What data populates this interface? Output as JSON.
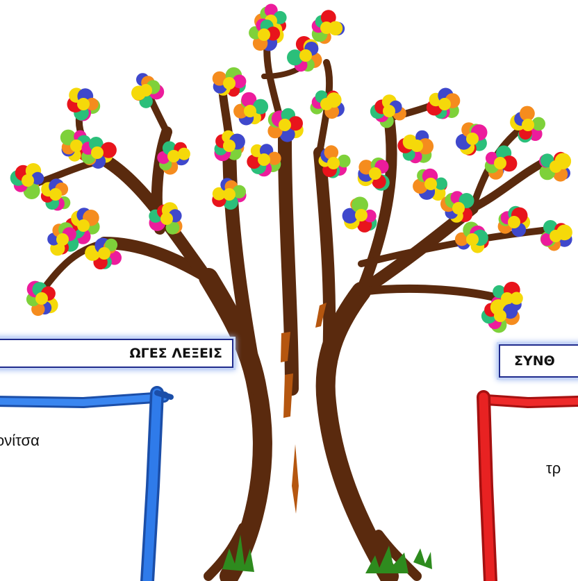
{
  "left_panel": {
    "title": "ΩΓΕΣ ΛΕΞΕΙΣ",
    "word": "ονίτσα",
    "frame_color": "#1f6fe0"
  },
  "right_panel": {
    "title": "ΣΥΝΘ",
    "word": "τρ",
    "frame_color": "#e01e1e"
  },
  "colors": {
    "trunk": "#5a2a0e",
    "bark_mark": "#b5560f",
    "grass": "#2e8b1e",
    "blossoms": [
      "#e8141c",
      "#f5d90a",
      "#3f48cc",
      "#f58c1e",
      "#7ed13a",
      "#ec1c9c",
      "#2bbf7a"
    ]
  },
  "icons": {
    "tree": "tree-illustration",
    "blossom": "blossom-cluster"
  }
}
